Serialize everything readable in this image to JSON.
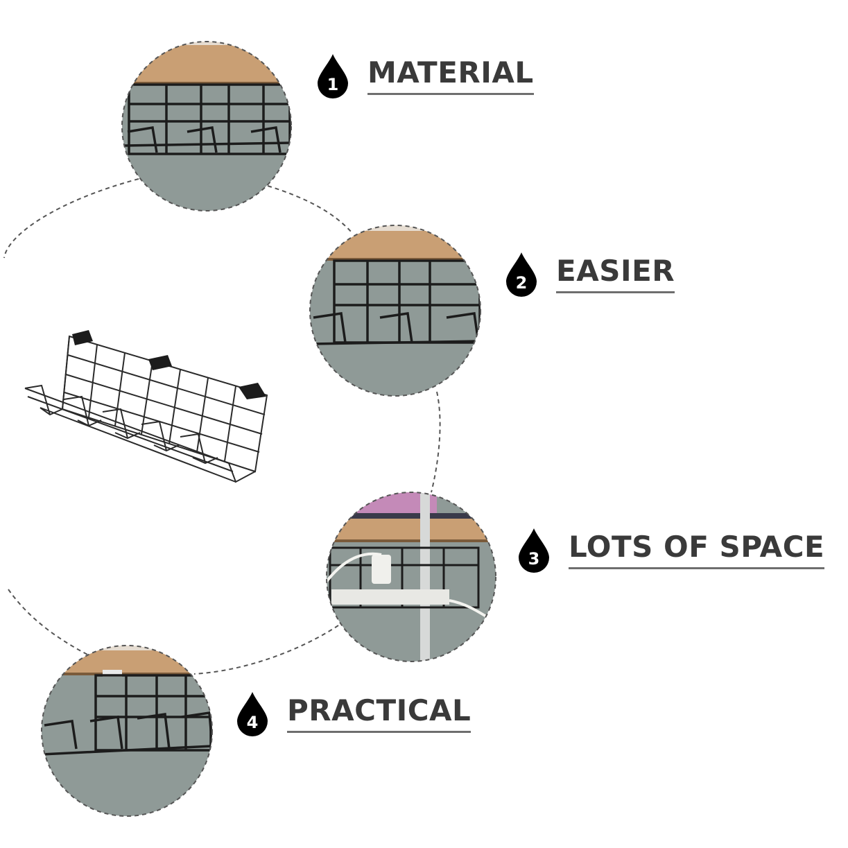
{
  "features": [
    {
      "number": "1",
      "label": "MATERIAL"
    },
    {
      "number": "2",
      "label": "EASIER"
    },
    {
      "number": "3",
      "label": "LOTS OF SPACE"
    },
    {
      "number": "4",
      "label": "PRACTICAL"
    }
  ],
  "colors": {
    "background": "#ffffff",
    "wall": "#8f9a97",
    "desk_wood": "#c99f74",
    "wire": "#1c1c1c",
    "label_text": "#3a3a3a",
    "drop_icon": "#000000",
    "dashed_line": "#555555"
  },
  "icons": [
    "water-drop-icon"
  ]
}
